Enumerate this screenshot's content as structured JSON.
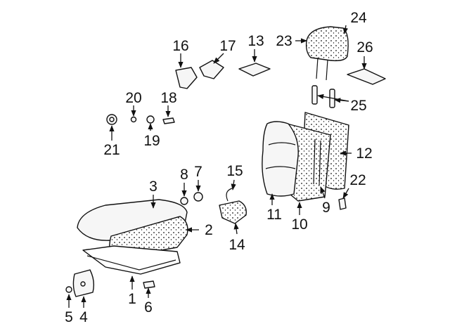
{
  "diagram": {
    "callouts": [
      "1",
      "2",
      "3",
      "4",
      "5",
      "6",
      "7",
      "8",
      "9",
      "10",
      "11",
      "12",
      "13",
      "14",
      "15",
      "16",
      "17",
      "18",
      "19",
      "20",
      "21",
      "22",
      "23",
      "24",
      "25",
      "26"
    ],
    "colors": {
      "ink": "#111111",
      "fill": "#f6f6f6",
      "background": "#ffffff"
    }
  }
}
